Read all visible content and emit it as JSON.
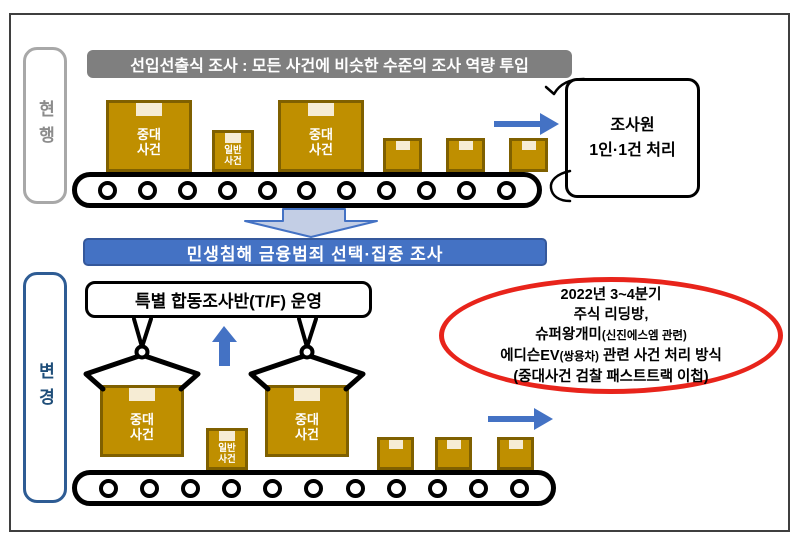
{
  "colors": {
    "accent_blue": "#4472C4",
    "box_gold": "#BF8F00",
    "box_border": "#7F6000",
    "header_gray": "#7F7F7F",
    "ellipse_red": "#E8241B",
    "banner_blue": "#4472C4"
  },
  "current_section": {
    "side_label": "현행",
    "header": "선입선출식 조사 : 모든 사건에 비슷한 수준의 조사 역량 투입",
    "callout_line1": "조사원",
    "callout_line2": "1인·1건 처리"
  },
  "transition_banner": "민생침해 금융범죄 선택·집중 조사",
  "changed_section": {
    "side_label": "변경",
    "tf_box": "특별 합동조사반(T/F) 운영",
    "annotation_line1": "2022년 3~4분기",
    "annotation_line2": "주식 리딩방,",
    "annotation_line3_main": "슈퍼왕개미",
    "annotation_line3_paren": "(신진에스엠 관련)",
    "annotation_line4_pre": "에디슨EV",
    "annotation_line4_paren": "(쌍용차)",
    "annotation_line4_post": " 관련 사건 처리 방식",
    "annotation_line5": "(중대사건 검찰 패스트트랙 이첩)"
  },
  "box_labels": {
    "major_line1": "중대",
    "major_line2": "사건",
    "general_line1": "일반",
    "general_line2": "사건"
  }
}
